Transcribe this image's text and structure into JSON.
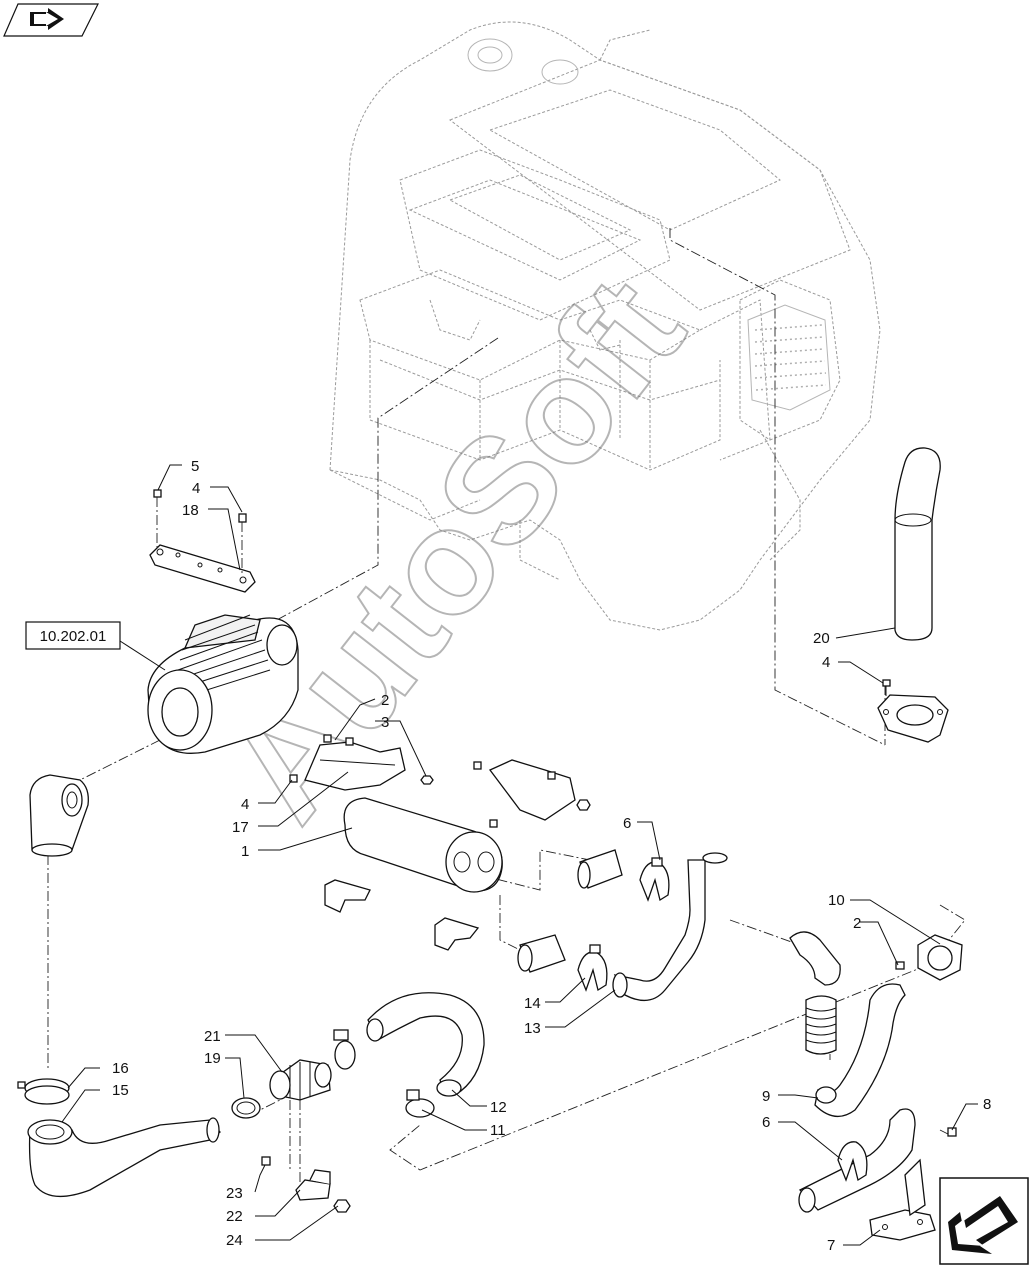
{
  "reference_box": {
    "text": "10.202.01"
  },
  "watermark": {
    "text": "AutoSoft"
  },
  "labels": {
    "l1": "1",
    "l2a": "2",
    "l2b": "2",
    "l3": "3",
    "l4a": "4",
    "l4b": "4",
    "l4c": "4",
    "l5": "5",
    "l6a": "6",
    "l6b": "6",
    "l7": "7",
    "l8": "8",
    "l9": "9",
    "l10": "10",
    "l11": "11",
    "l12": "12",
    "l13": "13",
    "l14": "14",
    "l15": "15",
    "l16": "16",
    "l17": "17",
    "l18": "18",
    "l19": "19",
    "l20": "20",
    "l21": "21",
    "l22": "22",
    "l23": "23",
    "l24": "24"
  },
  "icons": {
    "top_left": "book-arrow-icon",
    "bottom_right": "next-page-arrow-icon"
  }
}
